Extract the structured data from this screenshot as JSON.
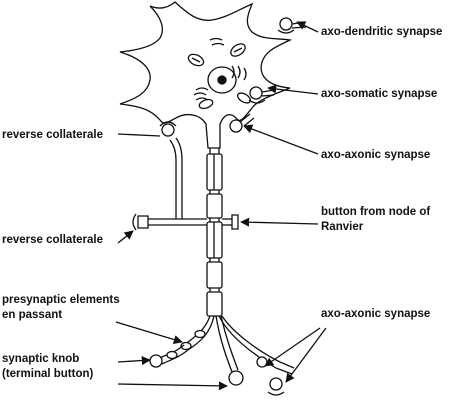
{
  "labels": {
    "axo_dendritic": "axo-dendritic synapse",
    "axo_somatic": "axo-somatic synapse",
    "axo_axonic_top": "axo-axonic synapse",
    "reverse_collateral_top": "reverse collaterale",
    "reverse_collateral_mid": "reverse collaterale",
    "button_node_line1": "button from node of",
    "button_node_line2": "Ranvier",
    "presynaptic_line1": "presynaptic elements",
    "presynaptic_line2": "en passant",
    "axo_axonic_bottom": "axo-axonic synapse",
    "knob_line1": "synaptic knob",
    "knob_line2": "(terminal button)"
  }
}
